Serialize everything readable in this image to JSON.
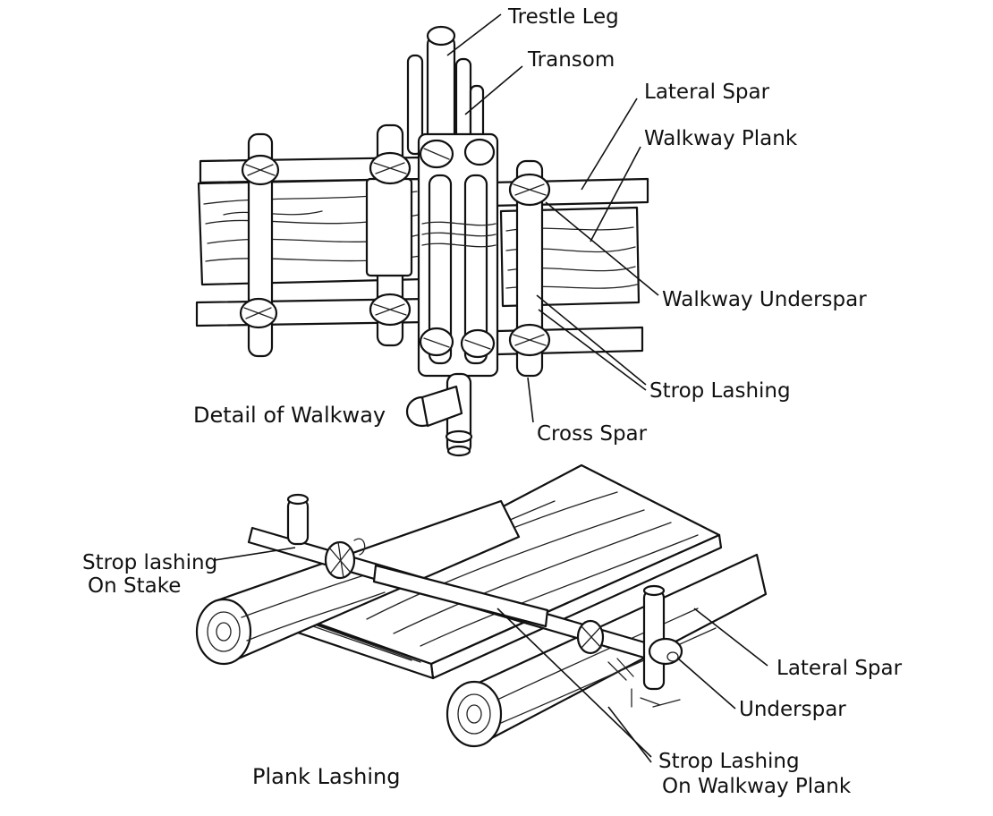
{
  "figure": {
    "detail_caption": "Detail of Walkway",
    "plank_caption": "Plank Lashing"
  },
  "labels": {
    "trestle_leg": "Trestle Leg",
    "transom": "Transom",
    "lateral_spar_top": "Lateral Spar",
    "walkway_plank": "Walkway Plank",
    "walkway_underspar": "Walkway Underspar",
    "strop_lashing": "Strop Lashing",
    "cross_spar": "Cross Spar",
    "strop_lashing_stake_1": "Strop lashing",
    "strop_lashing_stake_2": "On Stake",
    "lateral_spar_bottom": "Lateral Spar",
    "underspar": "Underspar",
    "strop_lashing_plank_1": "Strop Lashing",
    "strop_lashing_plank_2": "On Walkway Plank"
  }
}
